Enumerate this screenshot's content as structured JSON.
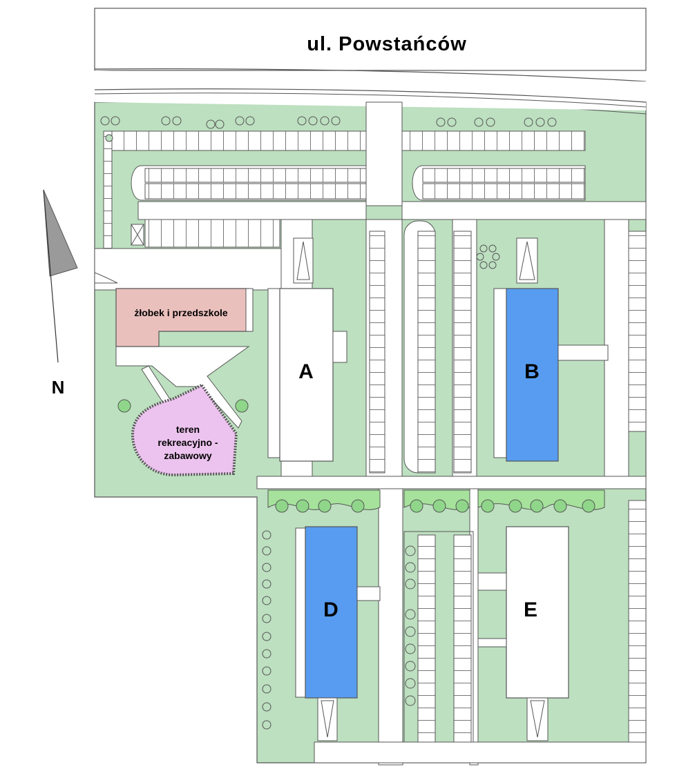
{
  "street": {
    "name": "ul. Powstańców"
  },
  "compass": {
    "north": "N"
  },
  "buildings": [
    {
      "id": "A",
      "label": "A",
      "highlighted": false
    },
    {
      "id": "B",
      "label": "B",
      "highlighted": true
    },
    {
      "id": "D",
      "label": "D",
      "highlighted": true
    },
    {
      "id": "E",
      "label": "E",
      "highlighted": false
    }
  ],
  "kindergarten": {
    "label": "żłobek i przedszkole"
  },
  "playground": {
    "line1": "teren",
    "line2": "rekreacyjno -",
    "line3": "zabawowy"
  },
  "colors": {
    "grass": "#bde0c0",
    "highlight": "#579cf0",
    "kindergarten": "#eac0bd",
    "playground": "#ecc3ee",
    "tree": "#8fd68a",
    "hedge": "#a6e29c",
    "outline": "#555555"
  }
}
